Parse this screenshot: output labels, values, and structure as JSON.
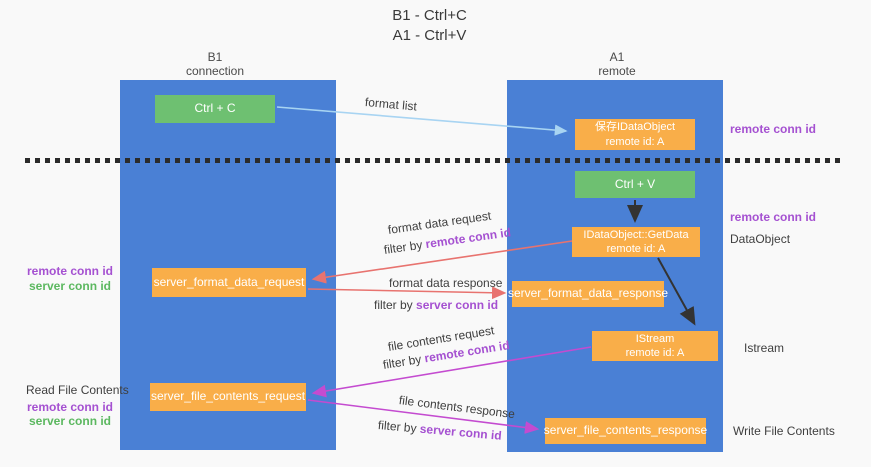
{
  "title": {
    "line1": "B1 - Ctrl+C",
    "line2": "A1 - Ctrl+V"
  },
  "lanes": {
    "left": {
      "name": "B1",
      "subtitle": "connection"
    },
    "right": {
      "name": "A1",
      "subtitle": "remote"
    }
  },
  "nodes": {
    "ctrl_c": {
      "label": "Ctrl + C"
    },
    "ctrl_v": {
      "label": "Ctrl + V"
    },
    "save_dataobject": {
      "line1": "保存IDataObject",
      "line2": "remote id: A"
    },
    "getdata": {
      "line1": "IDataObject::GetData",
      "line2": "remote id: A"
    },
    "istream": {
      "line1": "IStream",
      "line2": "remote id: A"
    },
    "server_format_data_request": {
      "label": "server_format_data_request"
    },
    "server_format_data_response": {
      "label": "server_format_data_response"
    },
    "server_file_contents_request": {
      "label": "server_file_contents_request"
    },
    "server_file_contents_response": {
      "label": "server_file_contents_response"
    }
  },
  "annotations": {
    "right_remote_conn_id_top": "remote conn id",
    "right_remote_conn_id_mid": "remote conn id",
    "dataobject": "DataObject",
    "istream": "Istream",
    "write_file_contents": "Write File Contents",
    "left_remote_conn_id_top": "remote conn id",
    "left_server_conn_id_top": "server conn id",
    "read_file_contents": "Read File Contents",
    "left_remote_conn_id_bottom": "remote conn id",
    "left_server_conn_id_bottom": "server conn id"
  },
  "arrows": {
    "format_list": {
      "label": "format list"
    },
    "format_data_request": {
      "label": "format data request",
      "filter_prefix": "filter by",
      "filter_key": "remote conn id"
    },
    "format_data_response": {
      "label": "format data response",
      "filter_prefix": "filter by",
      "filter_key": "server conn id"
    },
    "file_contents_request": {
      "label": "file contents request",
      "filter_prefix": "filter by",
      "filter_key": "remote conn id"
    },
    "file_contents_response": {
      "label": "file contents response",
      "filter_prefix": "filter by",
      "filter_key": "server conn id"
    }
  },
  "colors": {
    "lane_blue": "#4a80d5",
    "box_green": "#6ec071",
    "box_orange": "#f9ae49",
    "label_purple": "#a551d1",
    "label_green": "#5cb860",
    "arrow_salmon": "#e8736f",
    "arrow_magenta": "#c44bd0",
    "arrow_lightblue": "#a8d4f2",
    "arrow_black": "#333333"
  }
}
